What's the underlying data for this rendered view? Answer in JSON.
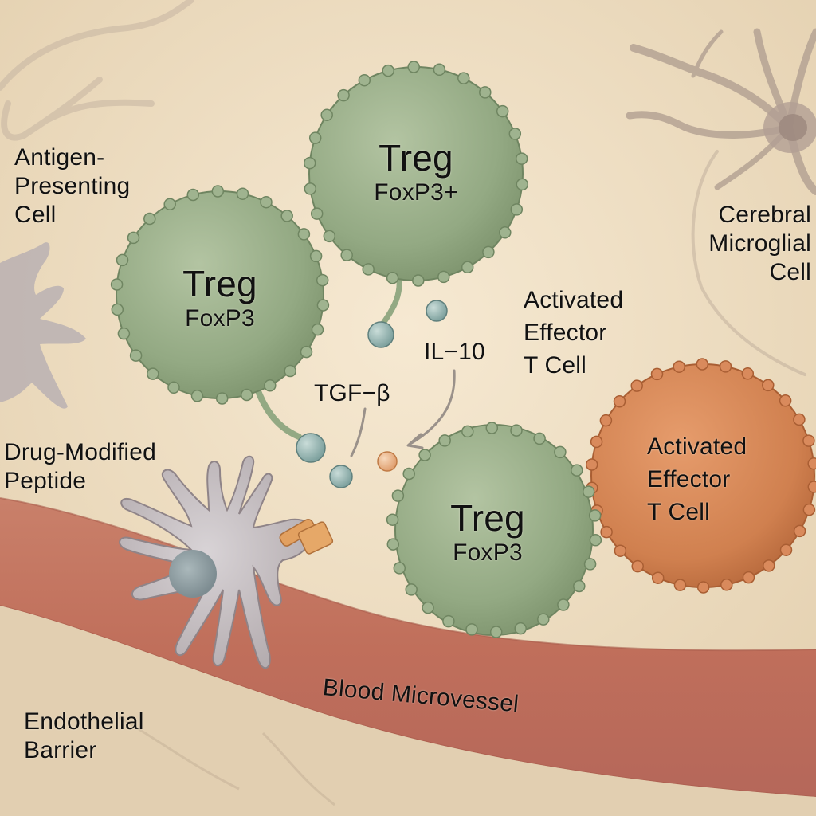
{
  "diagram": {
    "labels": {
      "antigen_presenting_cell": [
        "Antigen-",
        "Presenting",
        "Cell"
      ],
      "cerebral_microglial_cell": [
        "Cerebral",
        "Microglial",
        "Cell"
      ],
      "activated_effector_label": [
        "Activated",
        "Effector",
        "T Cell"
      ],
      "activated_effector_cell": [
        "Activated",
        "Effector",
        "T Cell"
      ],
      "drug_modified_peptide": [
        "Drug-Modified",
        "Peptide"
      ],
      "endothelial_barrier": [
        "Endothelial",
        "Barrier"
      ],
      "blood_microvessel": "Blood Microvessel",
      "il10": "IL−10",
      "tgf_beta": "TGF−β"
    },
    "treg_cells": [
      {
        "title": "Treg",
        "marker": "FoxP3+"
      },
      {
        "title": "Treg",
        "marker": "FoxP3"
      },
      {
        "title": "Treg",
        "marker": "FoxP3"
      }
    ],
    "colors": {
      "background": "#efe0c6",
      "treg": "#9fb38f",
      "effector": "#d98a5c",
      "vessel": "#c77763",
      "apc": "#c9c3c6",
      "cytokine_teal": "#9fbcb8",
      "cytokine_orange": "#eab78c",
      "peptide": "#e2a060"
    }
  }
}
